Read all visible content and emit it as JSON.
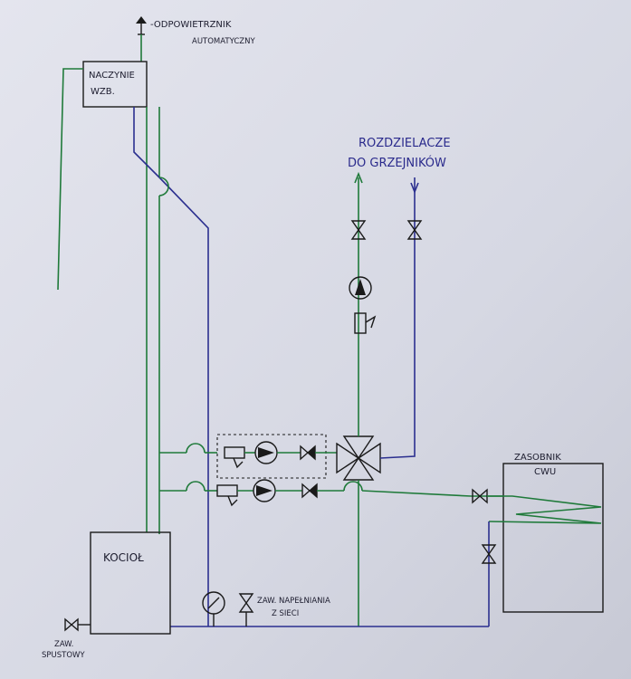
{
  "labels": {
    "air_vent": "ODPOWIETRZNIK",
    "air_vent_2": "AUTOMATYCZNY",
    "expansion_tank_1": "NACZYNIE",
    "expansion_tank_2": "WZB.",
    "distributors_1": "ROZDZIELACZE",
    "distributors_2": "DO GRZEJNIKÓW",
    "hot_water_tank_1": "ZASOBNIK",
    "hot_water_tank_2": "CWU",
    "boiler": "KOCIOŁ",
    "fill_valve_1": "ZAW. NAPEŁNIANIA",
    "fill_valve_2": "Z SIECI",
    "drain_valve_1": "ZAW.",
    "drain_valve_2": "SPUSTOWY"
  },
  "colors": {
    "supply_line": "#1f7a3a",
    "return_line": "#2b2f8f",
    "ink": "#1a1a1a",
    "paper": "#d9dbe6"
  },
  "icons": [
    "air-vent-icon",
    "pump-icon",
    "valve-icon",
    "check-valve-icon",
    "filter-icon",
    "four-way-mixing-valve-icon",
    "pressure-gauge-icon"
  ]
}
